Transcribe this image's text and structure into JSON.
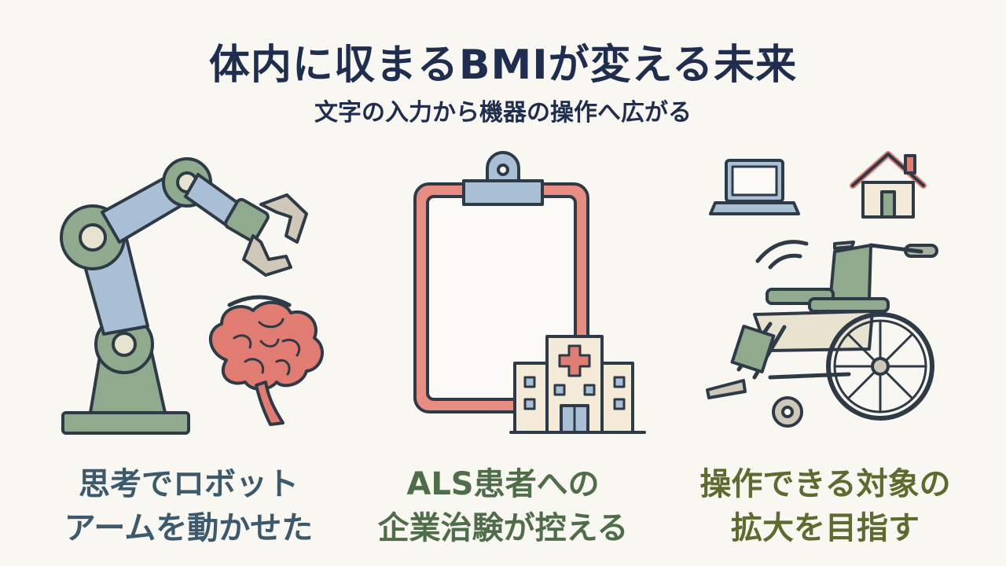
{
  "header": {
    "title": "体内に収まるBMIが変える未来",
    "subtitle": "文字の入力から機器の操作へ広がる"
  },
  "panels": [
    {
      "line1": "思考でロボット",
      "line2": "アームを動かせた",
      "icon": "robot-arm-brain-icon"
    },
    {
      "line1": "ALS患者への",
      "line2": "企業治験が控える",
      "icon": "clipboard-hospital-icon"
    },
    {
      "line1": "操作できる対象の",
      "line2": "拡大を目指す",
      "icon": "wheelchair-laptop-house-icon"
    }
  ],
  "colors": {
    "title": "#1f2d4e",
    "caption1": "#3c5a6b",
    "caption2": "#4e6d48",
    "caption3": "#5f6a2e",
    "arm_blue": "#a9bfd6",
    "arm_green": "#8faa8c",
    "brain": "#e07c72",
    "clipboard": "#e88d82",
    "building": "#f4ead8"
  }
}
